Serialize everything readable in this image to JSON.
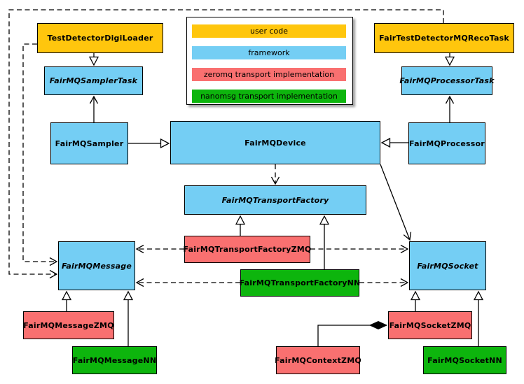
{
  "colors": {
    "user_code": "#FFC60D",
    "framework": "#74CEF4",
    "zeromq": "#F97070",
    "nanomsg": "#0DB50D",
    "line": "#000000",
    "background": "#FFFFFF"
  },
  "legend": {
    "items": [
      {
        "label": "user code",
        "role": "user_code"
      },
      {
        "label": "framework",
        "role": "framework"
      },
      {
        "label": "zeromq transport implementation",
        "role": "zeromq"
      },
      {
        "label": "nanomsg transport implementation",
        "role": "nanomsg"
      }
    ]
  },
  "nodes": {
    "test_detector_digi_loader": {
      "label": "TestDetectorDigiLoader",
      "role": "user_code",
      "abstract": false
    },
    "fair_test_detector_mq_reco_task": {
      "label": "FairTestDetectorMQRecoTask",
      "role": "user_code",
      "abstract": false
    },
    "fair_mq_sampler_task": {
      "label": "FairMQSamplerTask",
      "role": "framework",
      "abstract": true
    },
    "fair_mq_processor_task": {
      "label": "FairMQProcessorTask",
      "role": "framework",
      "abstract": true
    },
    "fair_mq_sampler": {
      "label": "FairMQSampler",
      "role": "framework",
      "abstract": false
    },
    "fair_mq_device": {
      "label": "FairMQDevice",
      "role": "framework",
      "abstract": false
    },
    "fair_mq_processor": {
      "label": "FairMQProcessor",
      "role": "framework",
      "abstract": false
    },
    "fair_mq_transport_factory": {
      "label": "FairMQTransportFactory",
      "role": "framework",
      "abstract": true
    },
    "fair_mq_transport_factory_zmq": {
      "label": "FairMQTransportFactoryZMQ",
      "role": "zeromq",
      "abstract": false
    },
    "fair_mq_transport_factory_nn": {
      "label": "FairMQTransportFactoryNN",
      "role": "nanomsg",
      "abstract": false
    },
    "fair_mq_message": {
      "label": "FairMQMessage",
      "role": "framework",
      "abstract": true
    },
    "fair_mq_socket": {
      "label": "FairMQSocket",
      "role": "framework",
      "abstract": true
    },
    "fair_mq_message_zmq": {
      "label": "FairMQMessageZMQ",
      "role": "zeromq",
      "abstract": false
    },
    "fair_mq_message_nn": {
      "label": "FairMQMessageNN",
      "role": "nanomsg",
      "abstract": false
    },
    "fair_mq_context_zmq": {
      "label": "FairMQContextZMQ",
      "role": "zeromq",
      "abstract": false
    },
    "fair_mq_socket_zmq": {
      "label": "FairMQSocketZMQ",
      "role": "zeromq",
      "abstract": false
    },
    "fair_mq_socket_nn": {
      "label": "FairMQSocketNN",
      "role": "nanomsg",
      "abstract": false
    }
  },
  "relationships": [
    {
      "from": "TestDetectorDigiLoader",
      "to": "FairMQSamplerTask",
      "type": "inheritance"
    },
    {
      "from": "FairTestDetectorMQRecoTask",
      "to": "FairMQProcessorTask",
      "type": "inheritance"
    },
    {
      "from": "FairMQSampler",
      "to": "FairMQSamplerTask",
      "type": "association"
    },
    {
      "from": "FairMQProcessor",
      "to": "FairMQProcessorTask",
      "type": "association"
    },
    {
      "from": "FairMQSampler",
      "to": "FairMQDevice",
      "type": "inheritance"
    },
    {
      "from": "FairMQProcessor",
      "to": "FairMQDevice",
      "type": "inheritance"
    },
    {
      "from": "FairMQDevice",
      "to": "FairMQTransportFactory",
      "type": "dependency"
    },
    {
      "from": "FairMQDevice",
      "to": "FairMQSocket",
      "type": "association"
    },
    {
      "from": "FairMQTransportFactoryZMQ",
      "to": "FairMQTransportFactory",
      "type": "inheritance"
    },
    {
      "from": "FairMQTransportFactoryNN",
      "to": "FairMQTransportFactory",
      "type": "inheritance"
    },
    {
      "from": "FairMQTransportFactoryZMQ",
      "to": "FairMQMessage",
      "type": "dependency"
    },
    {
      "from": "FairMQTransportFactoryZMQ",
      "to": "FairMQSocket",
      "type": "dependency"
    },
    {
      "from": "FairMQTransportFactoryNN",
      "to": "FairMQMessage",
      "type": "dependency"
    },
    {
      "from": "FairMQTransportFactoryNN",
      "to": "FairMQSocket",
      "type": "dependency"
    },
    {
      "from": "TestDetectorDigiLoader",
      "to": "FairMQMessage",
      "type": "dependency"
    },
    {
      "from": "FairTestDetectorMQRecoTask",
      "to": "FairMQMessage",
      "type": "dependency"
    },
    {
      "from": "FairMQMessageZMQ",
      "to": "FairMQMessage",
      "type": "inheritance"
    },
    {
      "from": "FairMQMessageNN",
      "to": "FairMQMessage",
      "type": "inheritance"
    },
    {
      "from": "FairMQSocketZMQ",
      "to": "FairMQSocket",
      "type": "inheritance"
    },
    {
      "from": "FairMQSocketNN",
      "to": "FairMQSocket",
      "type": "inheritance"
    },
    {
      "from": "FairMQSocketZMQ",
      "to": "FairMQContextZMQ",
      "type": "composition"
    }
  ]
}
